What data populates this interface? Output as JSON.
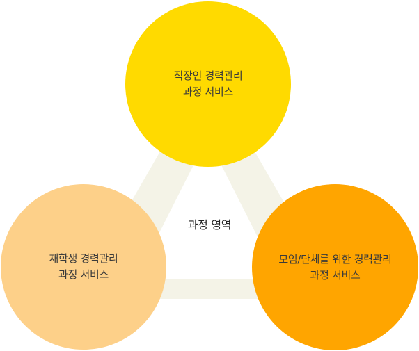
{
  "diagram": {
    "center_label": "과정 영역",
    "nodes": [
      {
        "id": "top",
        "line1": "직장인 경력관리",
        "line2": "과정 서비스",
        "color": "#FFDA00"
      },
      {
        "id": "left",
        "line1": "재학생 경력관리",
        "line2": "과정 서비스",
        "color": "#FDD089"
      },
      {
        "id": "right",
        "line1": "모임/단체를 위한 경력관리",
        "line2": "과정 서비스",
        "color": "#FFA500"
      }
    ],
    "connector_color": "#F4F3E7"
  }
}
